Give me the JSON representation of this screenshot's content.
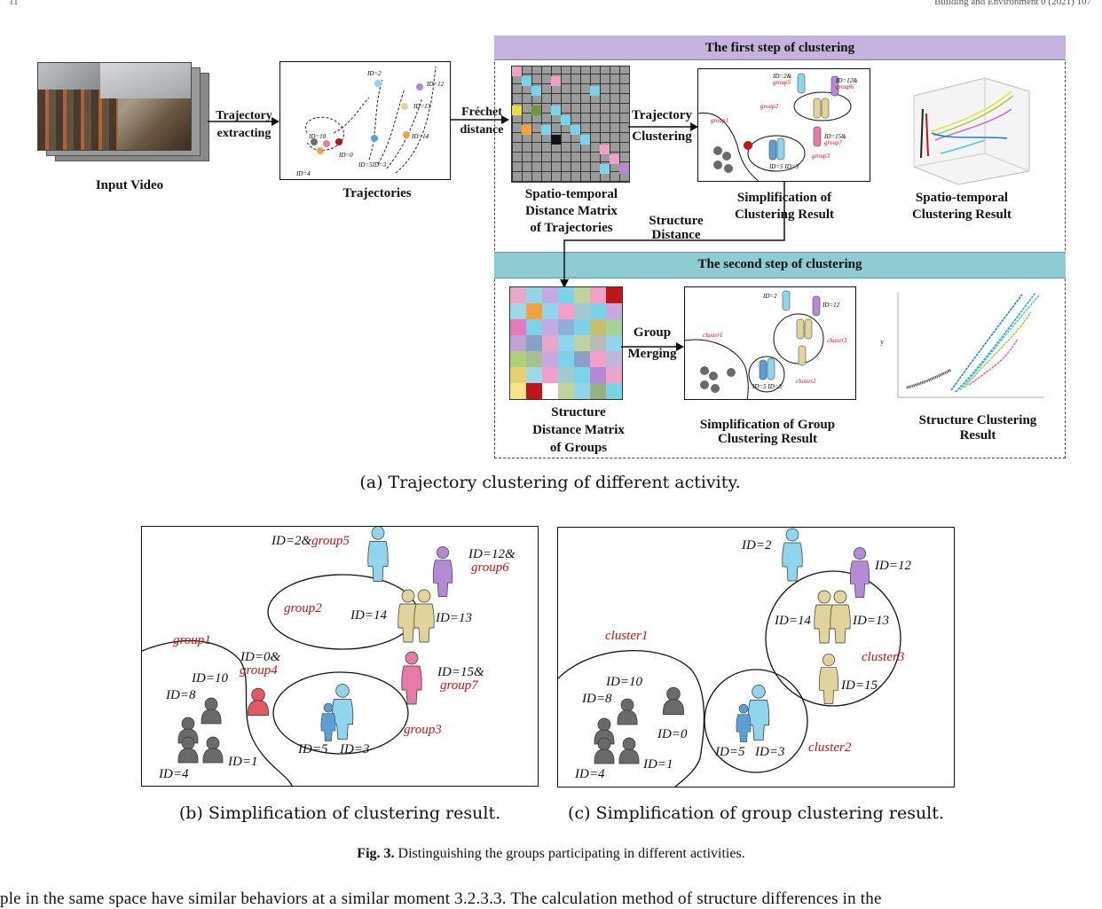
{
  "header": {
    "left": "11",
    "right": "Building and Environment 0 (2021) 107"
  },
  "panel_a": {
    "input_video": "Input Video",
    "traj_extract": [
      "Trajectory",
      "extracting"
    ],
    "trajectories": "Trajectories",
    "frechet": [
      "Fréchet",
      "distance"
    ],
    "step1_title": "The first step of clustering",
    "step2_title": "The second step of clustering",
    "matrix1": [
      "Spatio-temporal",
      "Distance Matrix",
      "of Trajectories"
    ],
    "traj_clust": [
      "Trajectory",
      "Clustering"
    ],
    "simp1": [
      "Simplification of",
      "Clustering Result"
    ],
    "st_result": [
      "Spatio-temporal",
      "Clustering Result"
    ],
    "struct_dist": [
      "Structure",
      "Distance"
    ],
    "matrix2": [
      "Structure",
      "Distance Matrix",
      "of Groups"
    ],
    "group_merge": [
      "Group",
      "Merging"
    ],
    "simp2": [
      "Simplification of Group",
      "Clustering Result"
    ],
    "struct_result": [
      "Structure Clustering",
      "Result"
    ],
    "caption": "(a)  Trajectory clustering of different activity."
  },
  "panel_b": {
    "labels": {
      "id2": "ID=2&",
      "g5": "group5",
      "id12": "ID=12&",
      "g6": "group6",
      "g2": "group2",
      "id14": "ID=14",
      "id13": "ID=13",
      "g1": "group1",
      "id0": "ID=0&",
      "g4": "group4",
      "id10": "ID=10",
      "id8": "ID=8",
      "id15": "ID=15&",
      "g7": "group7",
      "g3": "group3",
      "id5": "ID=5",
      "id3": "ID=3",
      "id1": "ID=1",
      "id4": "ID=4"
    },
    "caption": "(b)  Simplification of clustering result."
  },
  "panel_c": {
    "labels": {
      "id2": "ID=2",
      "id12": "ID=12",
      "id14": "ID=14",
      "id13": "ID=13",
      "c1": "cluster1",
      "c3": "cluster3",
      "id15": "ID=15",
      "id10": "ID=10",
      "id8": "ID=8",
      "id0": "ID=0",
      "id5": "ID=5",
      "id3": "ID=3",
      "c2": "cluster2",
      "id1": "ID=1",
      "id4": "ID=4"
    },
    "caption": "(c)  Simplification of group clustering result."
  },
  "figure_caption": {
    "label": "Fig. 3.",
    "text": "Distinguishing the groups participating in different activities."
  },
  "body_text_fragment": "ple in the same space have similar behaviors at a similar moment    3.2.3.3. The calculation method of structure differences in the",
  "colors": {
    "purple_band": "#c5b3dd",
    "teal_band": "#8fcbd3",
    "red_label": "#c0141b",
    "person_cyan": "#8fd6ec",
    "person_purple": "#b48ad6",
    "person_yellow": "#e0d49a",
    "person_pink": "#ea7aa8",
    "person_gray": "#6a6a6a",
    "person_blue": "#5b9fd6"
  }
}
